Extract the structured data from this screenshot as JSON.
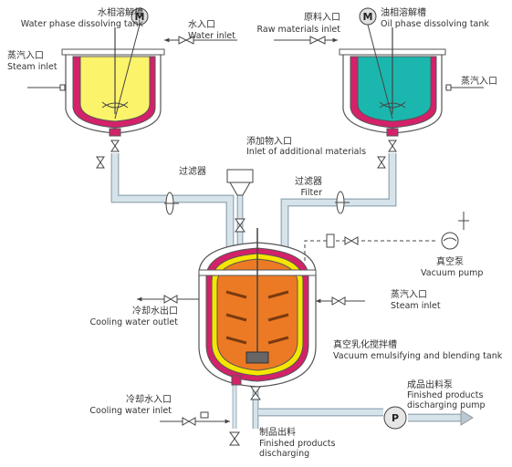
{
  "labels": {
    "water_tank_cn": "水相溶解槽",
    "water_tank_en": "Water phase dissolving tank",
    "water_inlet_cn": "水入口",
    "water_inlet_en": "Water inlet",
    "raw_materials_cn": "原料入口",
    "raw_materials_en": "Raw materials inlet",
    "oil_tank_cn": "油相溶解槽",
    "oil_tank_en": "Oil phase dissolving tank",
    "steam_inlet_left_cn": "蒸汽入口",
    "steam_inlet_left_en": "Steam inlet",
    "steam_inlet_right_cn": "蒸汽入口",
    "additional_cn": "添加物入口",
    "additional_en": "Inlet of additional materials",
    "filter_left_cn": "过滤器",
    "filter_right_cn": "过滤器",
    "filter_right_en": "Filter",
    "vacuum_pump_cn": "真空泵",
    "vacuum_pump_en": "Vacuum pump",
    "cooling_out_cn": "冷却水出口",
    "cooling_out_en": "Cooling water outlet",
    "steam_inlet_main_cn": "蒸汽入口",
    "steam_inlet_main_en": "Steam inlet",
    "main_tank_cn": "真空乳化搅拌槽",
    "main_tank_en": "Vacuum emulsifying and blending tank",
    "cooling_in_cn": "冷却水入口",
    "cooling_in_en": "Cooling water inlet",
    "finished_pump_cn": "成品出料泵",
    "finished_pump_en1": "Finished products",
    "finished_pump_en2": "discharging pump",
    "discharging_cn": "制品出料",
    "discharging_en1": "Finished products",
    "discharging_en2": "discharging"
  },
  "symbols": {
    "motor": "M",
    "pump": "P"
  },
  "colors": {
    "water_liquid": "#fbf36a",
    "oil_liquid": "#1bb7ae",
    "main_liquid": "#ec7a24",
    "jacket": "#d3226a",
    "inner_jacket": "#f6e500",
    "pipe": "#b9c9d3",
    "line": "#444444"
  }
}
